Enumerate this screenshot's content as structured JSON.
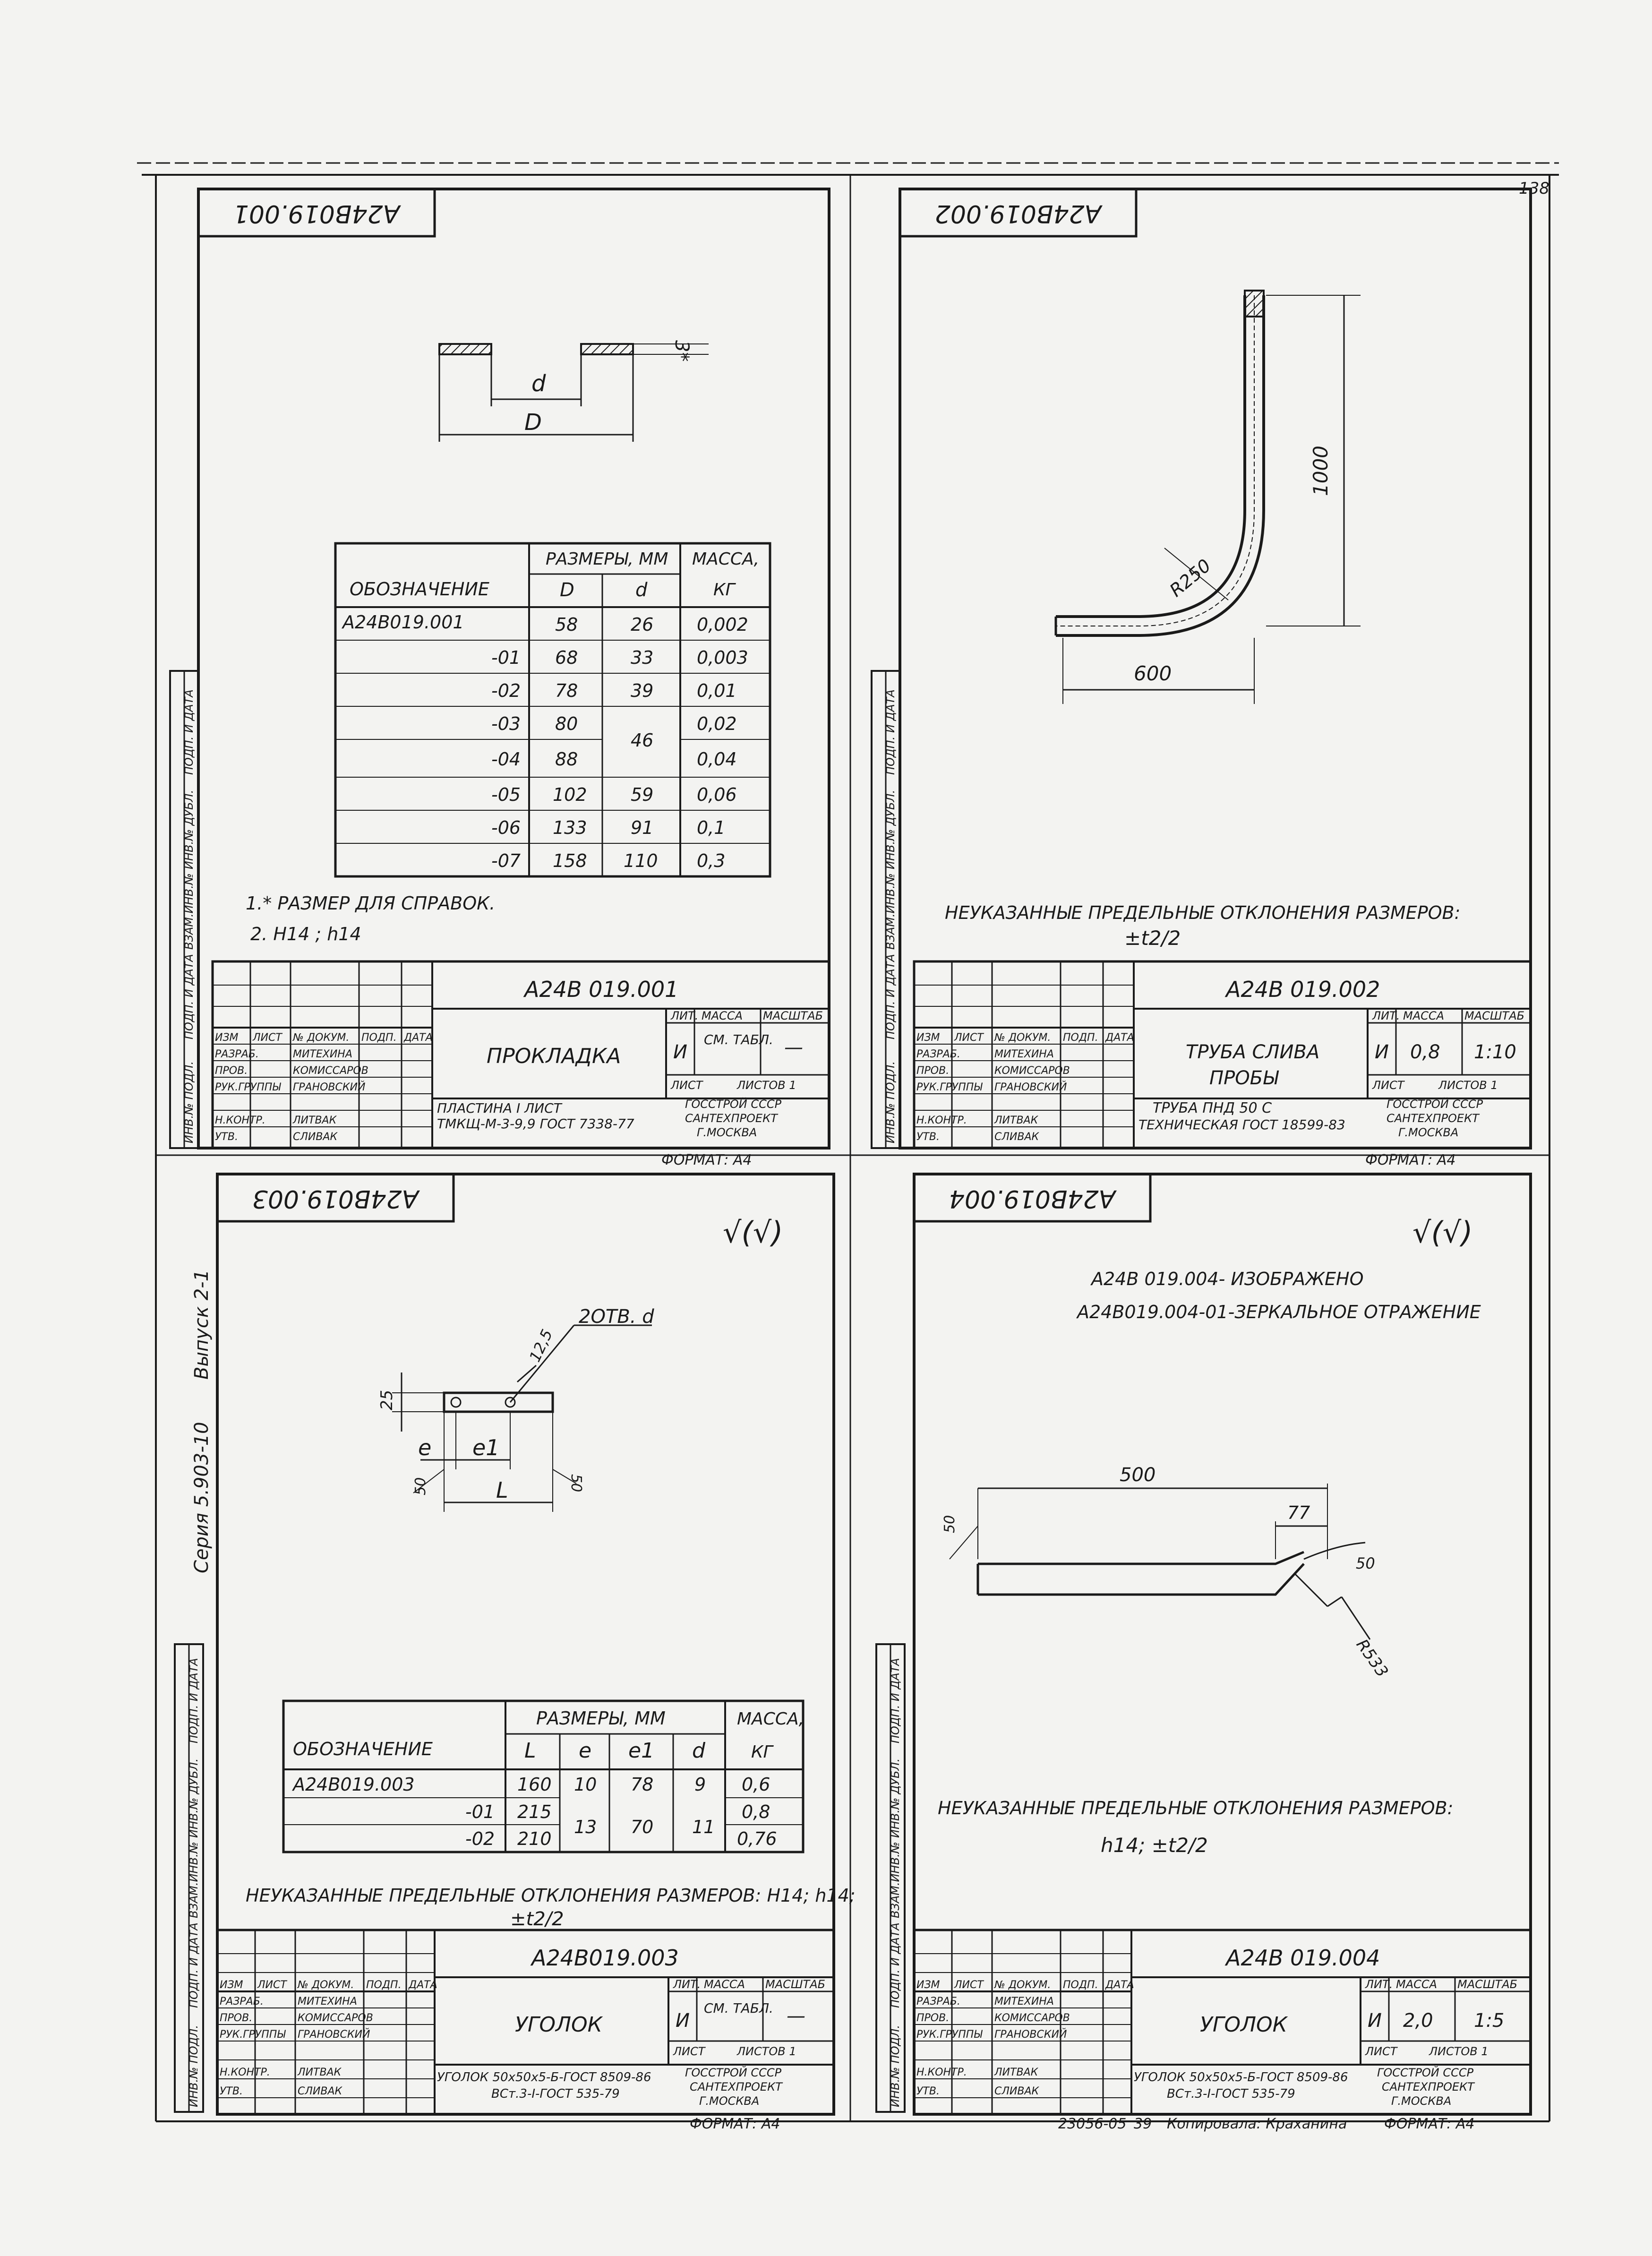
{
  "sheet": {
    "page_num": "138",
    "series_left": "Серия 5.903-10",
    "issue_left": "Выпуск 2-1",
    "footer_code": "23056-05",
    "footer_num": "39",
    "footer_copy": "Копировала: Краханина",
    "format_label": "ФОРМАТ: А4"
  },
  "side_strip": {
    "labels": [
      "ПОДП. И ДАТА",
      "ИНВ.№ ДУБЛ.",
      "ВЗАМ.ИНВ.№",
      "ПОДП. И ДАТА",
      "ИНВ.№ ПОДЛ."
    ]
  },
  "titleblock_common": {
    "h_izm": "ИЗМ",
    "h_list": "ЛИСТ",
    "h_doc": "№ ДОКУМ.",
    "h_podp": "ПОДП.",
    "h_data": "ДАТА",
    "razrab": "РАЗРАБ.",
    "prov": "ПРОВ.",
    "ruk": "РУК.ГРУППЫ",
    "nkontr": "Н.КОНТР.",
    "utv": "УТВ.",
    "n1": "МИТЕХИНА",
    "n2": "КОМИССАРОВ",
    "n3": "ГРАНОВСКИЙ",
    "n4": "ЛИТВАК",
    "n5": "СЛИВАК",
    "lit": "ЛИТ.",
    "massa": "МАССА",
    "masshtab": "МАСШТАБ",
    "list": "ЛИСТ",
    "listov": "ЛИСТОВ 1",
    "org1": "ГОССТРОЙ СССР",
    "org2": "САНТЕХПРОЕКТ",
    "org3": "Г.МОСКВА"
  },
  "panel1": {
    "stamp": "А24В019.001",
    "dim_d": "d",
    "dim_D": "D",
    "dim_3": "3*",
    "table": {
      "h_designation": "ОБОЗНАЧЕНИЕ",
      "h_sizes": "РАЗМЕРЫ, ММ",
      "h_mass": "МАССА,",
      "h_mass_unit": "КГ",
      "h_D": "D",
      "h_d": "d",
      "rows": [
        {
          "des": "А24В019.001",
          "D": "58",
          "d": "26",
          "m": "0,002"
        },
        {
          "des": "-01",
          "D": "68",
          "d": "33",
          "m": "0,003"
        },
        {
          "des": "-02",
          "D": "78",
          "d": "39",
          "m": "0,01"
        },
        {
          "des": "-03",
          "D": "80",
          "d": "46",
          "m": "0,02"
        },
        {
          "des": "-04",
          "D": "88",
          "d": "",
          "m": "0,04"
        },
        {
          "des": "-05",
          "D": "102",
          "d": "59",
          "m": "0,06"
        },
        {
          "des": "-06",
          "D": "133",
          "d": "91",
          "m": "0,1"
        },
        {
          "des": "-07",
          "D": "158",
          "d": "110",
          "m": "0,3"
        }
      ]
    },
    "note1": "1.* РАЗМЕР ДЛЯ    СПРАВОК.",
    "note2": "2. Н14 ; h14",
    "tb_code": "А24В 019.001",
    "tb_name": "ПРОКЛАДКА",
    "tb_lit": "И",
    "tb_mass": "СМ. ТАБЛ.",
    "tb_scale": "—",
    "tb_material1": "ПЛАСТИНА  I ЛИСТ",
    "tb_material2": "ТМКЩ-М-3-9,9 ГОСТ 7338-77",
    "tb_list_lbl": "ЛИСТ",
    "tb_listov": "ЛИСТОВ 1"
  },
  "panel2": {
    "stamp": "А24В019.002",
    "dim_1000": "1000",
    "dim_600": "600",
    "dim_r": "R250",
    "note1": "НЕУКАЗАННЫЕ ПРЕДЕЛЬНЫЕ ОТКЛОНЕНИЯ РАЗМЕРОВ:",
    "note2": "±t2/2",
    "tb_code": "А24В 019.002",
    "tb_name1": "ТРУБА СЛИВА",
    "tb_name2": "ПРОБЫ",
    "tb_lit": "И",
    "tb_mass": "0,8",
    "tb_scale": "1:10",
    "tb_material1": "ТРУБА ПНД 50 С",
    "tb_material2": "ТЕХНИЧЕСКАЯ ГОСТ 18599-83"
  },
  "panel3": {
    "stamp": "А24В019.003",
    "rough": "√(√)",
    "dim_holes": "2ОТВ. d",
    "dim_125": "12,5",
    "dim_25": "25",
    "dim_e": "e",
    "dim_e1": "e1",
    "dim_L": "L",
    "dim_50a": "50",
    "dim_50b": "50",
    "table": {
      "h_designation": "ОБОЗНАЧЕНИЕ",
      "h_sizes": "РАЗМЕРЫ, ММ",
      "h_mass": "МАССА,",
      "h_mass_unit": "КГ",
      "h_L": "L",
      "h_e": "e",
      "h_e1": "e1",
      "h_d": "d",
      "rows": [
        {
          "des": "А24В019.003",
          "L": "160",
          "e": "10",
          "e1": "78",
          "d": "9",
          "m": "0,6"
        },
        {
          "des": "-01",
          "L": "215",
          "e": "13",
          "e1": "70",
          "d": "11",
          "m": "0,8"
        },
        {
          "des": "-02",
          "L": "210",
          "e": "",
          "e1": "",
          "d": "",
          "m": "0,76"
        }
      ]
    },
    "note1": "НЕУКАЗАННЫЕ ПРЕДЕЛЬНЫЕ ОТКЛОНЕНИЯ РАЗМЕРОВ: Н14; h14;",
    "note2": "±t2/2",
    "tb_code": "А24В019.003",
    "tb_name": "УГОЛОК",
    "tb_lit": "И",
    "tb_mass": "СМ. ТАБЛ.",
    "tb_scale": "—",
    "tb_material1": "УГОЛОК 50х50х5-Б-ГОСТ 8509-86",
    "tb_material2": "ВСт.3-I-ГОСТ 535-79",
    "tb_listov": "ЛИСТОВ 1"
  },
  "panel4": {
    "stamp": "А24В019.004",
    "rough": "√(√)",
    "caption1": "А24В 019.004- ИЗОБРАЖЕНО",
    "caption2": "А24В019.004-01-ЗЕРКАЛЬНОЕ ОТРАЖЕНИЕ",
    "dim_500": "500",
    "dim_77": "77",
    "dim_50a": "50",
    "dim_50b": "50",
    "dim_r": "R533",
    "note1": "НЕУКАЗАННЫЕ ПРЕДЕЛЬНЫЕ ОТКЛОНЕНИЯ РАЗМЕРОВ:",
    "note2": "h14; ±t2/2",
    "tb_code": "А24В 019.004",
    "tb_name": "УГОЛОК",
    "tb_lit": "И",
    "tb_mass": "2,0",
    "tb_scale": "1:5",
    "tb_material1": "УГОЛОК 50х50х5-Б-ГОСТ 8509-86",
    "tb_material2": "ВСт.3-I-ГОСТ 535-79",
    "tb_listov": "ЛИСТОВ 1"
  }
}
